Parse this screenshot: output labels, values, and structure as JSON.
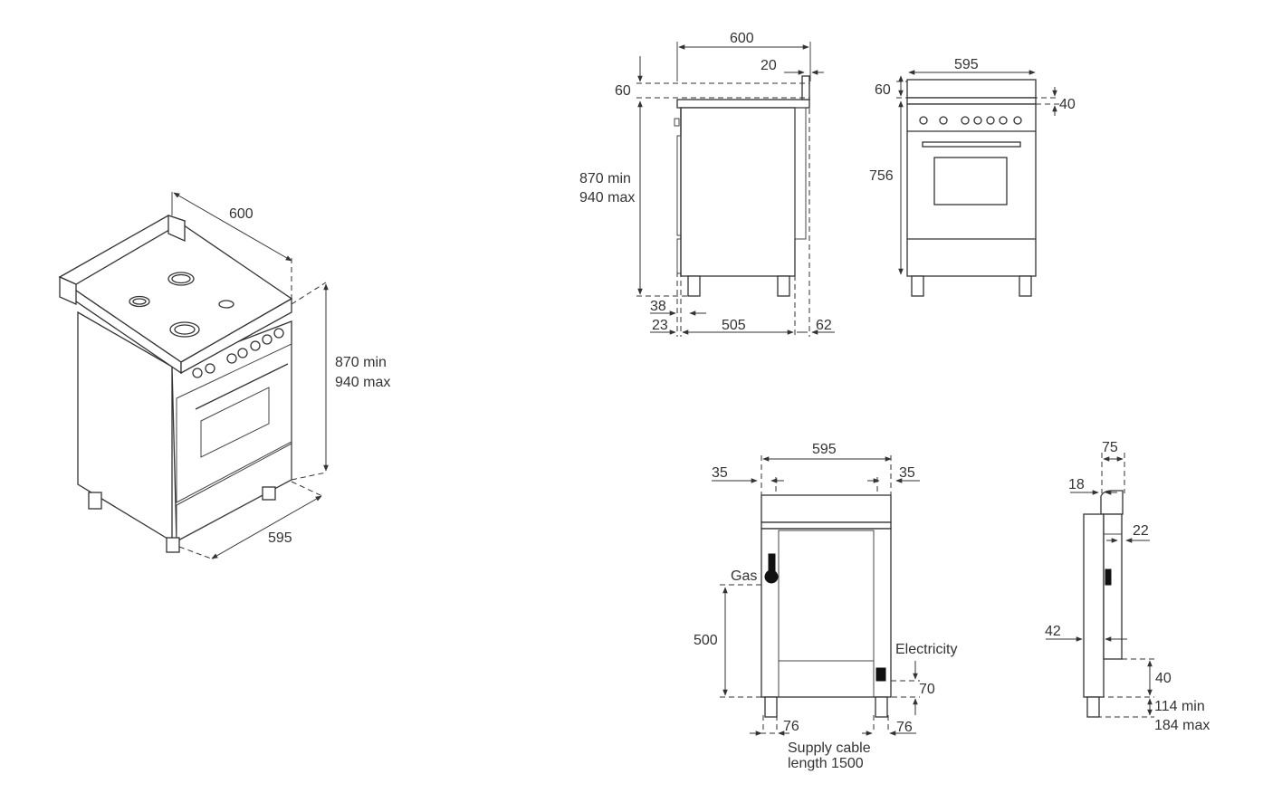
{
  "iso_view": {
    "width_top": "600",
    "height_min": "870 min",
    "height_max": "940 max",
    "width_bottom": "595"
  },
  "side_view": {
    "depth": "600",
    "back_offset": "20",
    "backguard": "60",
    "height_min": "870 min",
    "height_max": "940 max",
    "front_1": "38",
    "front_2": "23",
    "body_depth": "505",
    "rear": "62"
  },
  "front_view": {
    "width": "595",
    "backguard": "60",
    "top": "40",
    "height": "756"
  },
  "back_view": {
    "width": "595",
    "left_offset": "35",
    "right_offset": "35",
    "gas_label": "Gas",
    "gas_height": "500",
    "electricity_label": "Electricity",
    "electricity_height": "70",
    "left_leg": "76",
    "right_leg": "76",
    "cable_line1": "Supply cable",
    "cable_line2": "length 1500"
  },
  "profile_view": {
    "top": "75",
    "offset": "18",
    "inner": "22",
    "lower": "42",
    "kick": "40",
    "foot_min": "114 min",
    "foot_max": "184 max"
  },
  "colors": {
    "line": "#333333",
    "background": "#ffffff",
    "connector": "#111111"
  }
}
